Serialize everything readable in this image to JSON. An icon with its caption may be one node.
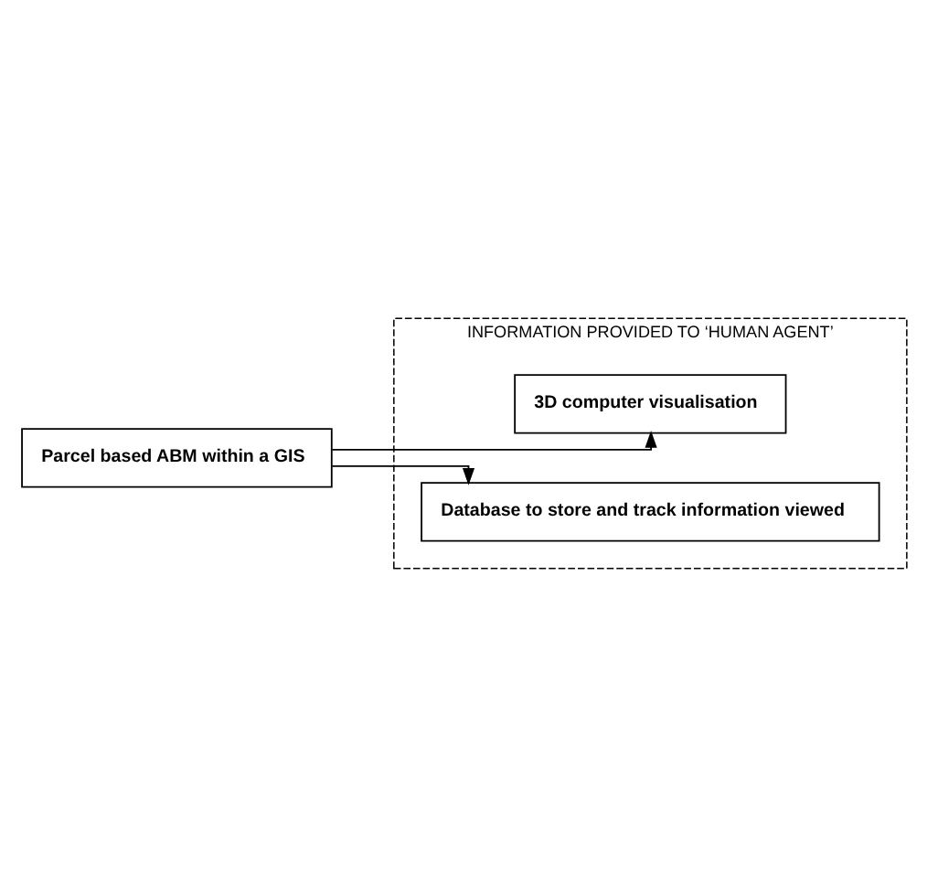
{
  "diagram": {
    "nodes": [
      {
        "text": [
          "Parcel based ABM within a GIS"
        ]
      },
      {
        "text": [
          "INFORMATION PROVIDED TO ‘HUMAN AGENT’"
        ]
      },
      {
        "text": [
          "3D computer visualisation"
        ],
        "in": 1
      },
      {
        "text": [
          "Database to store and track information viewed"
        ],
        "in": 1
      }
    ],
    "edges": [
      {
        "from": 0,
        "to": 2,
        "arrow": "to"
      },
      {
        "from": 0,
        "to": 3,
        "arrow": "to"
      }
    ]
  }
}
